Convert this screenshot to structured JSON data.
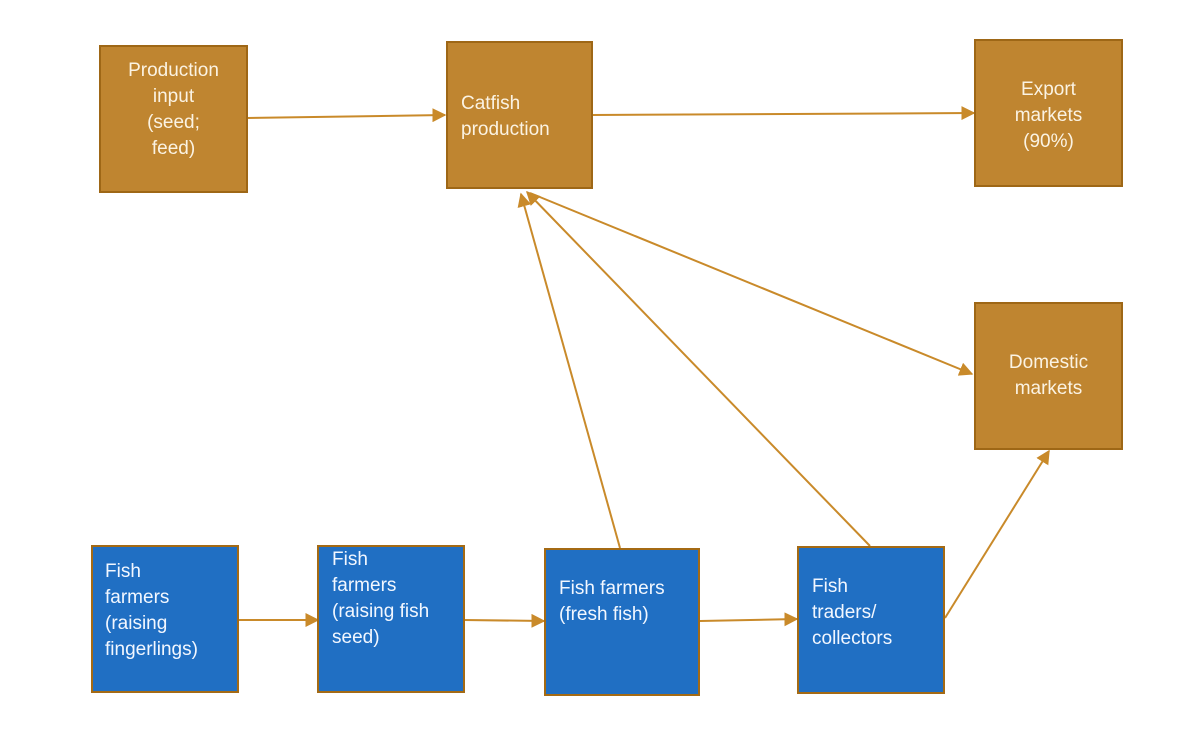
{
  "diagram": {
    "colors": {
      "upstream_node": "#bf8530",
      "farm_node": "#206fc3",
      "edge": "#c98a2a",
      "node_text": "#fbf3e3"
    },
    "nodes": [
      {
        "id": "production-input",
        "label": "Production\ninput\n(seed;\nfeed)",
        "group": "upstream"
      },
      {
        "id": "catfish-production",
        "label": "Catfish\nproduction",
        "group": "upstream"
      },
      {
        "id": "export-markets",
        "label": "Export\nmarkets\n(90%)",
        "group": "upstream"
      },
      {
        "id": "domestic-markets",
        "label": "Domestic\nmarkets",
        "group": "upstream"
      },
      {
        "id": "fish-farmers-fingerlings",
        "label": "Fish\nfarmers\n(raising\nfingerlings)",
        "group": "farm"
      },
      {
        "id": "fish-farmers-seed",
        "label": "Fish\nfarmers\n(raising fish\nseed)",
        "group": "farm"
      },
      {
        "id": "fish-farmers-fresh",
        "label": "Fish farmers\n(fresh fish)",
        "group": "farm"
      },
      {
        "id": "fish-traders",
        "label": "Fish\ntraders/\ncollectors",
        "group": "farm"
      }
    ],
    "edges": [
      {
        "from": "production-input",
        "to": "catfish-production"
      },
      {
        "from": "catfish-production",
        "to": "export-markets"
      },
      {
        "from": "catfish-production",
        "to": "domestic-markets"
      },
      {
        "from": "fish-farmers-fingerlings",
        "to": "fish-farmers-seed"
      },
      {
        "from": "fish-farmers-seed",
        "to": "fish-farmers-fresh"
      },
      {
        "from": "fish-farmers-fresh",
        "to": "fish-traders"
      },
      {
        "from": "fish-farmers-fresh",
        "to": "catfish-production"
      },
      {
        "from": "fish-traders",
        "to": "catfish-production"
      },
      {
        "from": "fish-traders",
        "to": "domestic-markets"
      }
    ]
  }
}
